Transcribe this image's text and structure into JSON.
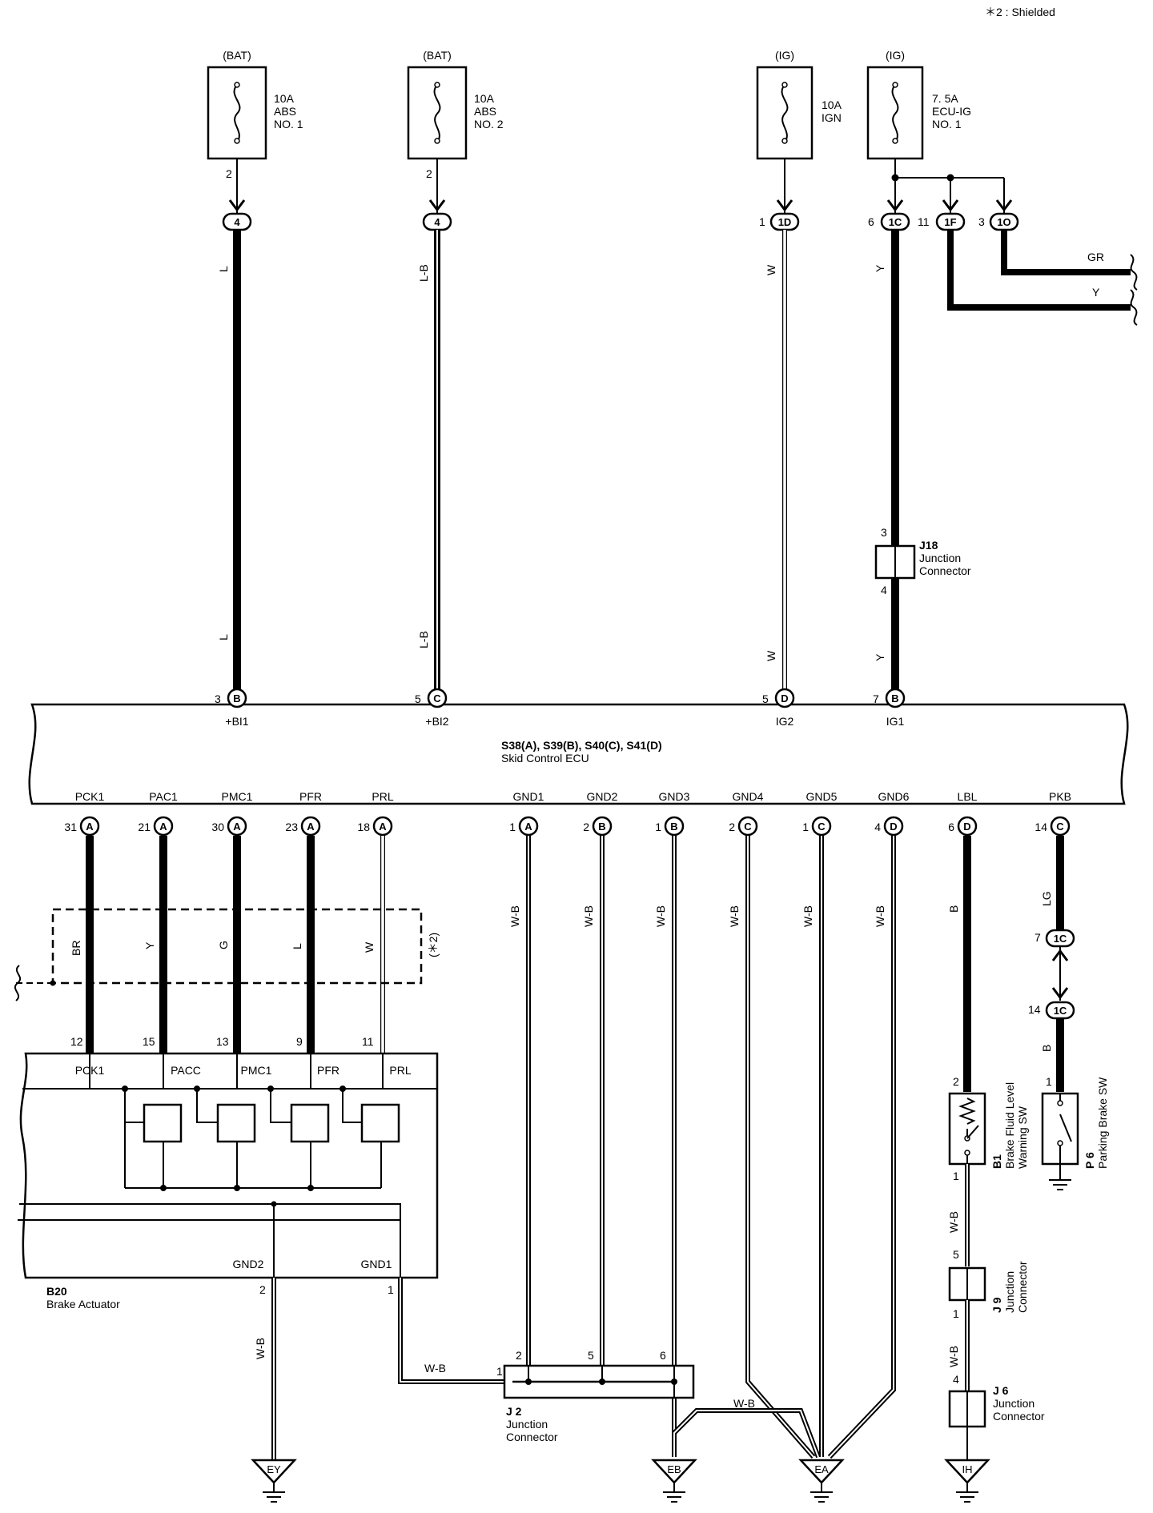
{
  "note": "＊2 : Shielded",
  "fuses": [
    {
      "supply": "(BAT)",
      "rating": "10A",
      "line2": "ABS",
      "line3": "NO. 1",
      "out_pin": "2"
    },
    {
      "supply": "(BAT)",
      "rating": "10A",
      "line2": "ABS",
      "line3": "NO. 2",
      "out_pin": "2"
    },
    {
      "supply": "(IG)",
      "rating": "10A",
      "line2": "IGN",
      "line3": "",
      "out_pin": ""
    },
    {
      "supply": "(IG)",
      "rating": "7. 5A",
      "line2": "ECU-IG",
      "line3": "NO. 1",
      "out_pin": ""
    }
  ],
  "top_connectors": [
    {
      "code": "4",
      "pin": ""
    },
    {
      "code": "4",
      "pin": ""
    },
    {
      "code": "1D",
      "pin": "1"
    },
    {
      "code": "1C",
      "pin": "6"
    },
    {
      "code": "1F",
      "pin": "11"
    },
    {
      "code": "1O",
      "pin": "3"
    }
  ],
  "branch_wires": [
    {
      "color": "GR"
    },
    {
      "color": "Y"
    }
  ],
  "upper_wires": [
    {
      "color_top": "L",
      "color_bottom": "L"
    },
    {
      "color_top": "L-B",
      "color_bottom": "L-B"
    },
    {
      "color_top": "W",
      "color_bottom": "W"
    },
    {
      "color_top": "Y",
      "color_bottom": "Y"
    }
  ],
  "j18": {
    "id": "J18",
    "name1": "Junction",
    "name2": "Connector",
    "pin_top": "3",
    "pin_bottom": "4"
  },
  "ecu": {
    "title": "S38(A), S39(B), S40(C), S41(D)",
    "name": "Skid Control ECU",
    "top_terminals": [
      {
        "label": "+BI1",
        "pin": "3",
        "conn": "B"
      },
      {
        "label": "+BI2",
        "pin": "5",
        "conn": "C"
      },
      {
        "label": "IG2",
        "pin": "5",
        "conn": "D"
      },
      {
        "label": "IG1",
        "pin": "7",
        "conn": "B"
      }
    ],
    "bottom_terminals": [
      {
        "label": "PCK1",
        "pin": "31",
        "conn": "A"
      },
      {
        "label": "PAC1",
        "pin": "21",
        "conn": "A"
      },
      {
        "label": "PMC1",
        "pin": "30",
        "conn": "A"
      },
      {
        "label": "PFR",
        "pin": "23",
        "conn": "A"
      },
      {
        "label": "PRL",
        "pin": "18",
        "conn": "A"
      },
      {
        "label": "GND1",
        "pin": "1",
        "conn": "A"
      },
      {
        "label": "GND2",
        "pin": "2",
        "conn": "B"
      },
      {
        "label": "GND3",
        "pin": "1",
        "conn": "B"
      },
      {
        "label": "GND4",
        "pin": "2",
        "conn": "C"
      },
      {
        "label": "GND5",
        "pin": "1",
        "conn": "C"
      },
      {
        "label": "GND6",
        "pin": "4",
        "conn": "D"
      },
      {
        "label": "LBL",
        "pin": "6",
        "conn": "D"
      },
      {
        "label": "PKB",
        "pin": "14",
        "conn": "C"
      }
    ]
  },
  "lower_wire_colors": [
    "BR",
    "Y",
    "G",
    "L",
    "W",
    "W-B",
    "W-B",
    "W-B",
    "W-B",
    "W-B",
    "W-B",
    "B",
    "LG"
  ],
  "shield_label": "(＊2)",
  "pkb_connectors": [
    {
      "code": "1C",
      "pin": "7"
    },
    {
      "code": "1C",
      "pin": "14"
    }
  ],
  "pkb_b_color": "B",
  "actuator": {
    "id": "B20",
    "name": "Brake Actuator",
    "pins": [
      {
        "label": "PCK1",
        "pin": "12"
      },
      {
        "label": "PACC",
        "pin": "15"
      },
      {
        "label": "PMC1",
        "pin": "13"
      },
      {
        "label": "PFR",
        "pin": "9"
      },
      {
        "label": "PRL",
        "pin": "11"
      }
    ],
    "gnd2": {
      "label": "GND2",
      "pin": "2",
      "color": "W-B"
    },
    "gnd1": {
      "label": "GND1",
      "pin": "1",
      "color": "W-B"
    }
  },
  "j2": {
    "id": "J 2",
    "name1": "Junction",
    "name2": "Connector",
    "pins": [
      "1",
      "2",
      "5",
      "6"
    ]
  },
  "eb_link_color": "W-B",
  "b1": {
    "id": "B1",
    "name1": "Brake Fluid Level",
    "name2": "Warning SW",
    "pin_top": "2",
    "pin_bottom": "1",
    "out_color": "W-B"
  },
  "p6": {
    "id": "P 6",
    "name": "Parking Brake SW",
    "pin": "1"
  },
  "j9": {
    "id": "J 9",
    "name1": "Junction",
    "name2": "Connector",
    "pin_top": "5",
    "pin_bottom": "1",
    "out_color": "W-B"
  },
  "j6": {
    "id": "J 6",
    "name1": "Junction",
    "name2": "Connector",
    "pin_top": "4"
  },
  "grounds": [
    "EY",
    "EB",
    "EA",
    "IH"
  ]
}
